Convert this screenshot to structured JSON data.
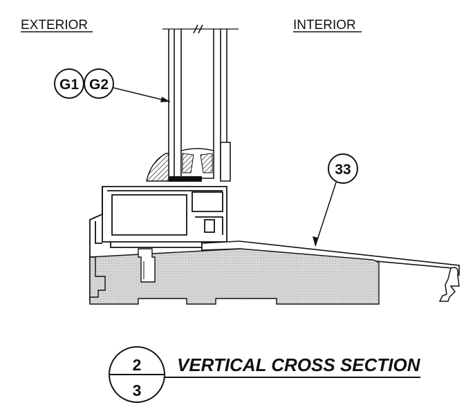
{
  "labels": {
    "exterior": "EXTERIOR",
    "interior": "INTERIOR",
    "glass_tag_1": "G1",
    "glass_tag_2": "G2",
    "part_tag": "33"
  },
  "section": {
    "number": "2",
    "sheet": "3",
    "title": "VERTICAL CROSS SECTION"
  },
  "colors": {
    "ink": "#111111",
    "concrete_fill": "#d6d6d6"
  }
}
